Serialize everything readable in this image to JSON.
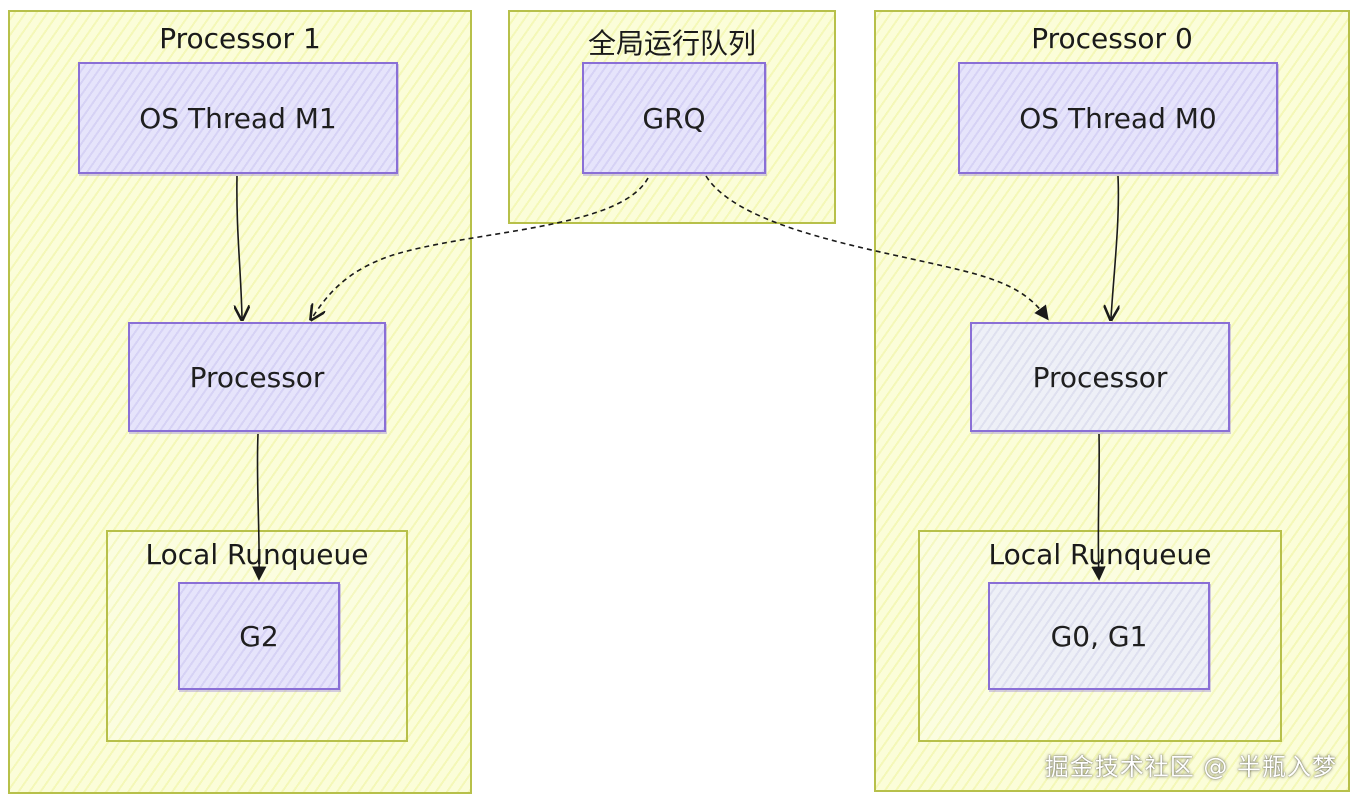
{
  "clusters": {
    "processor1": {
      "title": "Processor 1"
    },
    "grq": {
      "title": "全局运行队列"
    },
    "processor0": {
      "title": "Processor 0"
    },
    "local_runqueue_1": {
      "title": "Local Runqueue"
    },
    "local_runqueue_0": {
      "title": "Local Runqueue"
    }
  },
  "nodes": {
    "os_thread_m1": "OS Thread M1",
    "processor_1": "Processor",
    "g2": "G2",
    "grq": "GRQ",
    "os_thread_m0": "OS Thread M0",
    "processor_0": "Processor",
    "g0_g1": "G0, G1"
  },
  "edges": [
    {
      "from": "os_thread_m1",
      "to": "processor_1",
      "style": "solid"
    },
    {
      "from": "processor_1",
      "to": "g2",
      "style": "solid"
    },
    {
      "from": "grq",
      "to": "processor_1",
      "style": "dashed"
    },
    {
      "from": "grq",
      "to": "processor_0",
      "style": "dashed"
    },
    {
      "from": "os_thread_m0",
      "to": "processor_0",
      "style": "solid"
    },
    {
      "from": "processor_0",
      "to": "g0_g1",
      "style": "solid"
    }
  ],
  "watermark": "掘金技术社区 @ 半瓶入梦",
  "colors": {
    "cluster_border": "#b7c04a",
    "cluster_fill": "#fbfdd9",
    "node_border": "#8a6fd6",
    "node_fill": "#e6e4fb",
    "edge": "#1a1a1a"
  }
}
